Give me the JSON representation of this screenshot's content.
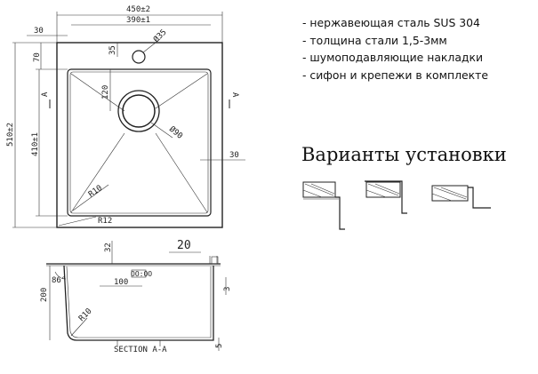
{
  "specs": [
    "- нержавеющая сталь SUS 304",
    "- толщина стали 1,5-3мм",
    "- шумоподавляющие накладки",
    "- сифон и крепежи в комплекте"
  ],
  "install_title": "Варианты установки",
  "dims": {
    "w_outer": "450±2",
    "w_inner": "390±1",
    "h_outer": "510±2",
    "h_inner": "410±1",
    "flange_left": "30",
    "flange_top": "70",
    "tap_offset": "35",
    "tap_dia": "Ø35",
    "drain_offset": "120",
    "drain_dia": "Ø90",
    "side_30": "30",
    "r10": "R10",
    "r12": "R12",
    "sec_a_left": "A",
    "sec_a_right": "A",
    "depth_top": "32",
    "edge_20": "20",
    "dim_100": "100",
    "dim_3": "3",
    "dim_200": "200",
    "angle_86": "86°",
    "sec_r10": "R10",
    "dim_5": "5",
    "section_label": "SECTION A-A",
    "drain_mark": "OO:OO"
  },
  "colors": {
    "line": "#222222",
    "background": "#ffffff"
  }
}
